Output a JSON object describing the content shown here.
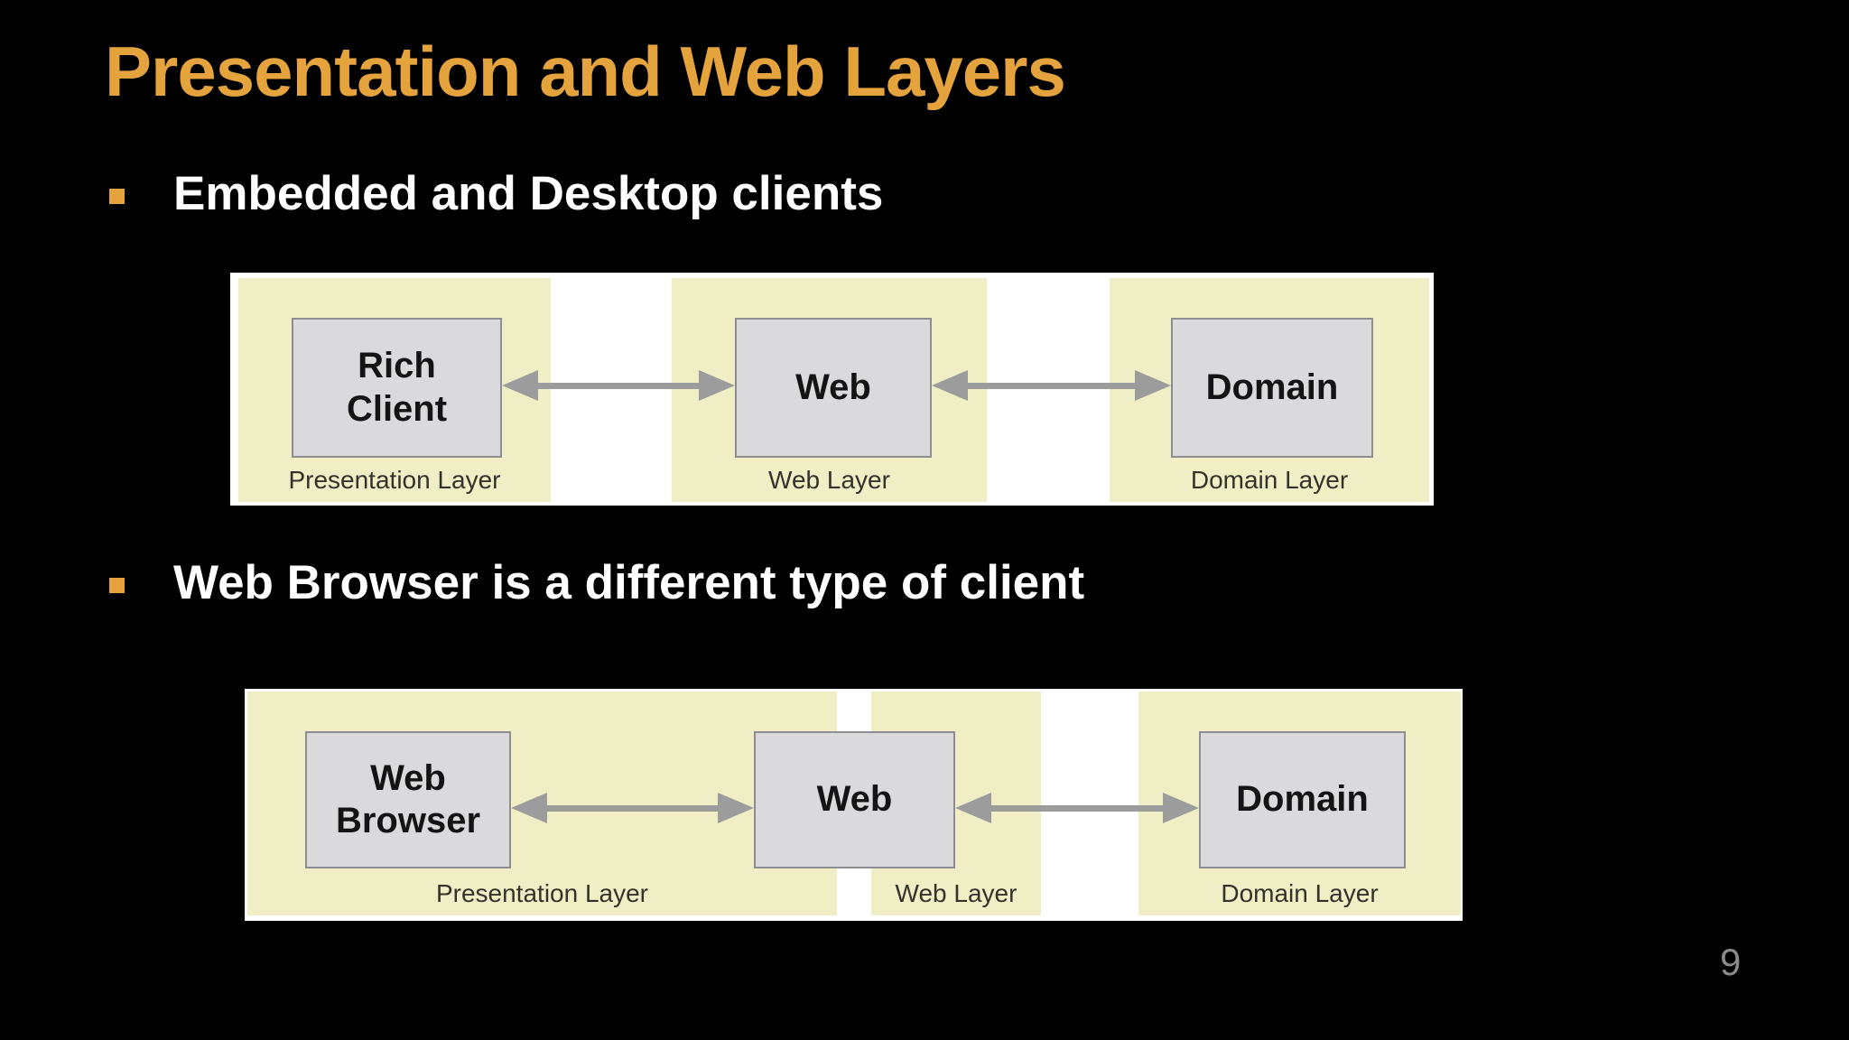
{
  "slide": {
    "title": "Presentation and Web Layers",
    "page_number": "9",
    "bullets": [
      {
        "label": "Embedded and Desktop clients"
      },
      {
        "label": "Web Browser is a different type of client"
      }
    ]
  },
  "diagrams": [
    {
      "name": "embedded-desktop-clients-architecture",
      "boxes": {
        "left": "Rich\nClient",
        "middle": "Web",
        "right": "Domain"
      },
      "labels": {
        "left": "Presentation Layer",
        "middle": "Web Layer",
        "right": "Domain Layer"
      }
    },
    {
      "name": "web-browser-client-architecture",
      "boxes": {
        "left": "Web\nBrowser",
        "middle": "Web",
        "right": "Domain"
      },
      "labels": {
        "left": "Presentation Layer",
        "middle": "Web Layer",
        "right": "Domain Layer"
      }
    }
  ],
  "colors": {
    "accent-orange": "#E4A33C",
    "bullet-text": "#FFFFFF",
    "slide-bg": "#000000",
    "diagram-bg": "#FFFFFF",
    "panel-yellow": "#EFEEC5",
    "box-fill": "#DADADC",
    "box-border": "#8E8E92",
    "arrow-gray": "#9C9C9C",
    "label-text": "#33332B",
    "page-number": "#8A8A8A"
  }
}
